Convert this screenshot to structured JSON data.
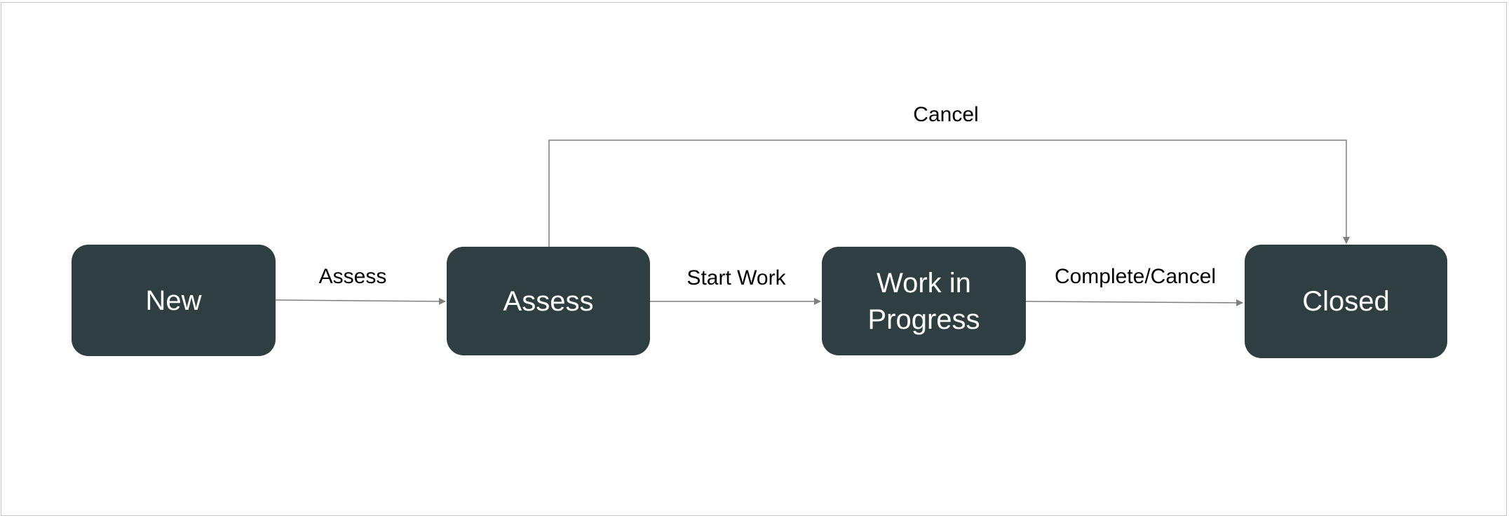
{
  "diagram": {
    "nodes": [
      {
        "id": "new",
        "label": "New"
      },
      {
        "id": "assess",
        "label": "Assess"
      },
      {
        "id": "wip",
        "label": "Work in\nProgress"
      },
      {
        "id": "closed",
        "label": "Closed"
      }
    ],
    "edges": [
      {
        "from": "new",
        "to": "assess",
        "label": "Assess"
      },
      {
        "from": "assess",
        "to": "wip",
        "label": "Start Work"
      },
      {
        "from": "wip",
        "to": "closed",
        "label": "Complete/Cancel"
      },
      {
        "from": "assess",
        "to": "closed",
        "label": "Cancel"
      }
    ],
    "colors": {
      "node_fill": "#2f3e41",
      "node_text": "#ffffff",
      "edge_stroke": "#7f7f7f",
      "frame": "#c6c6c6"
    }
  }
}
